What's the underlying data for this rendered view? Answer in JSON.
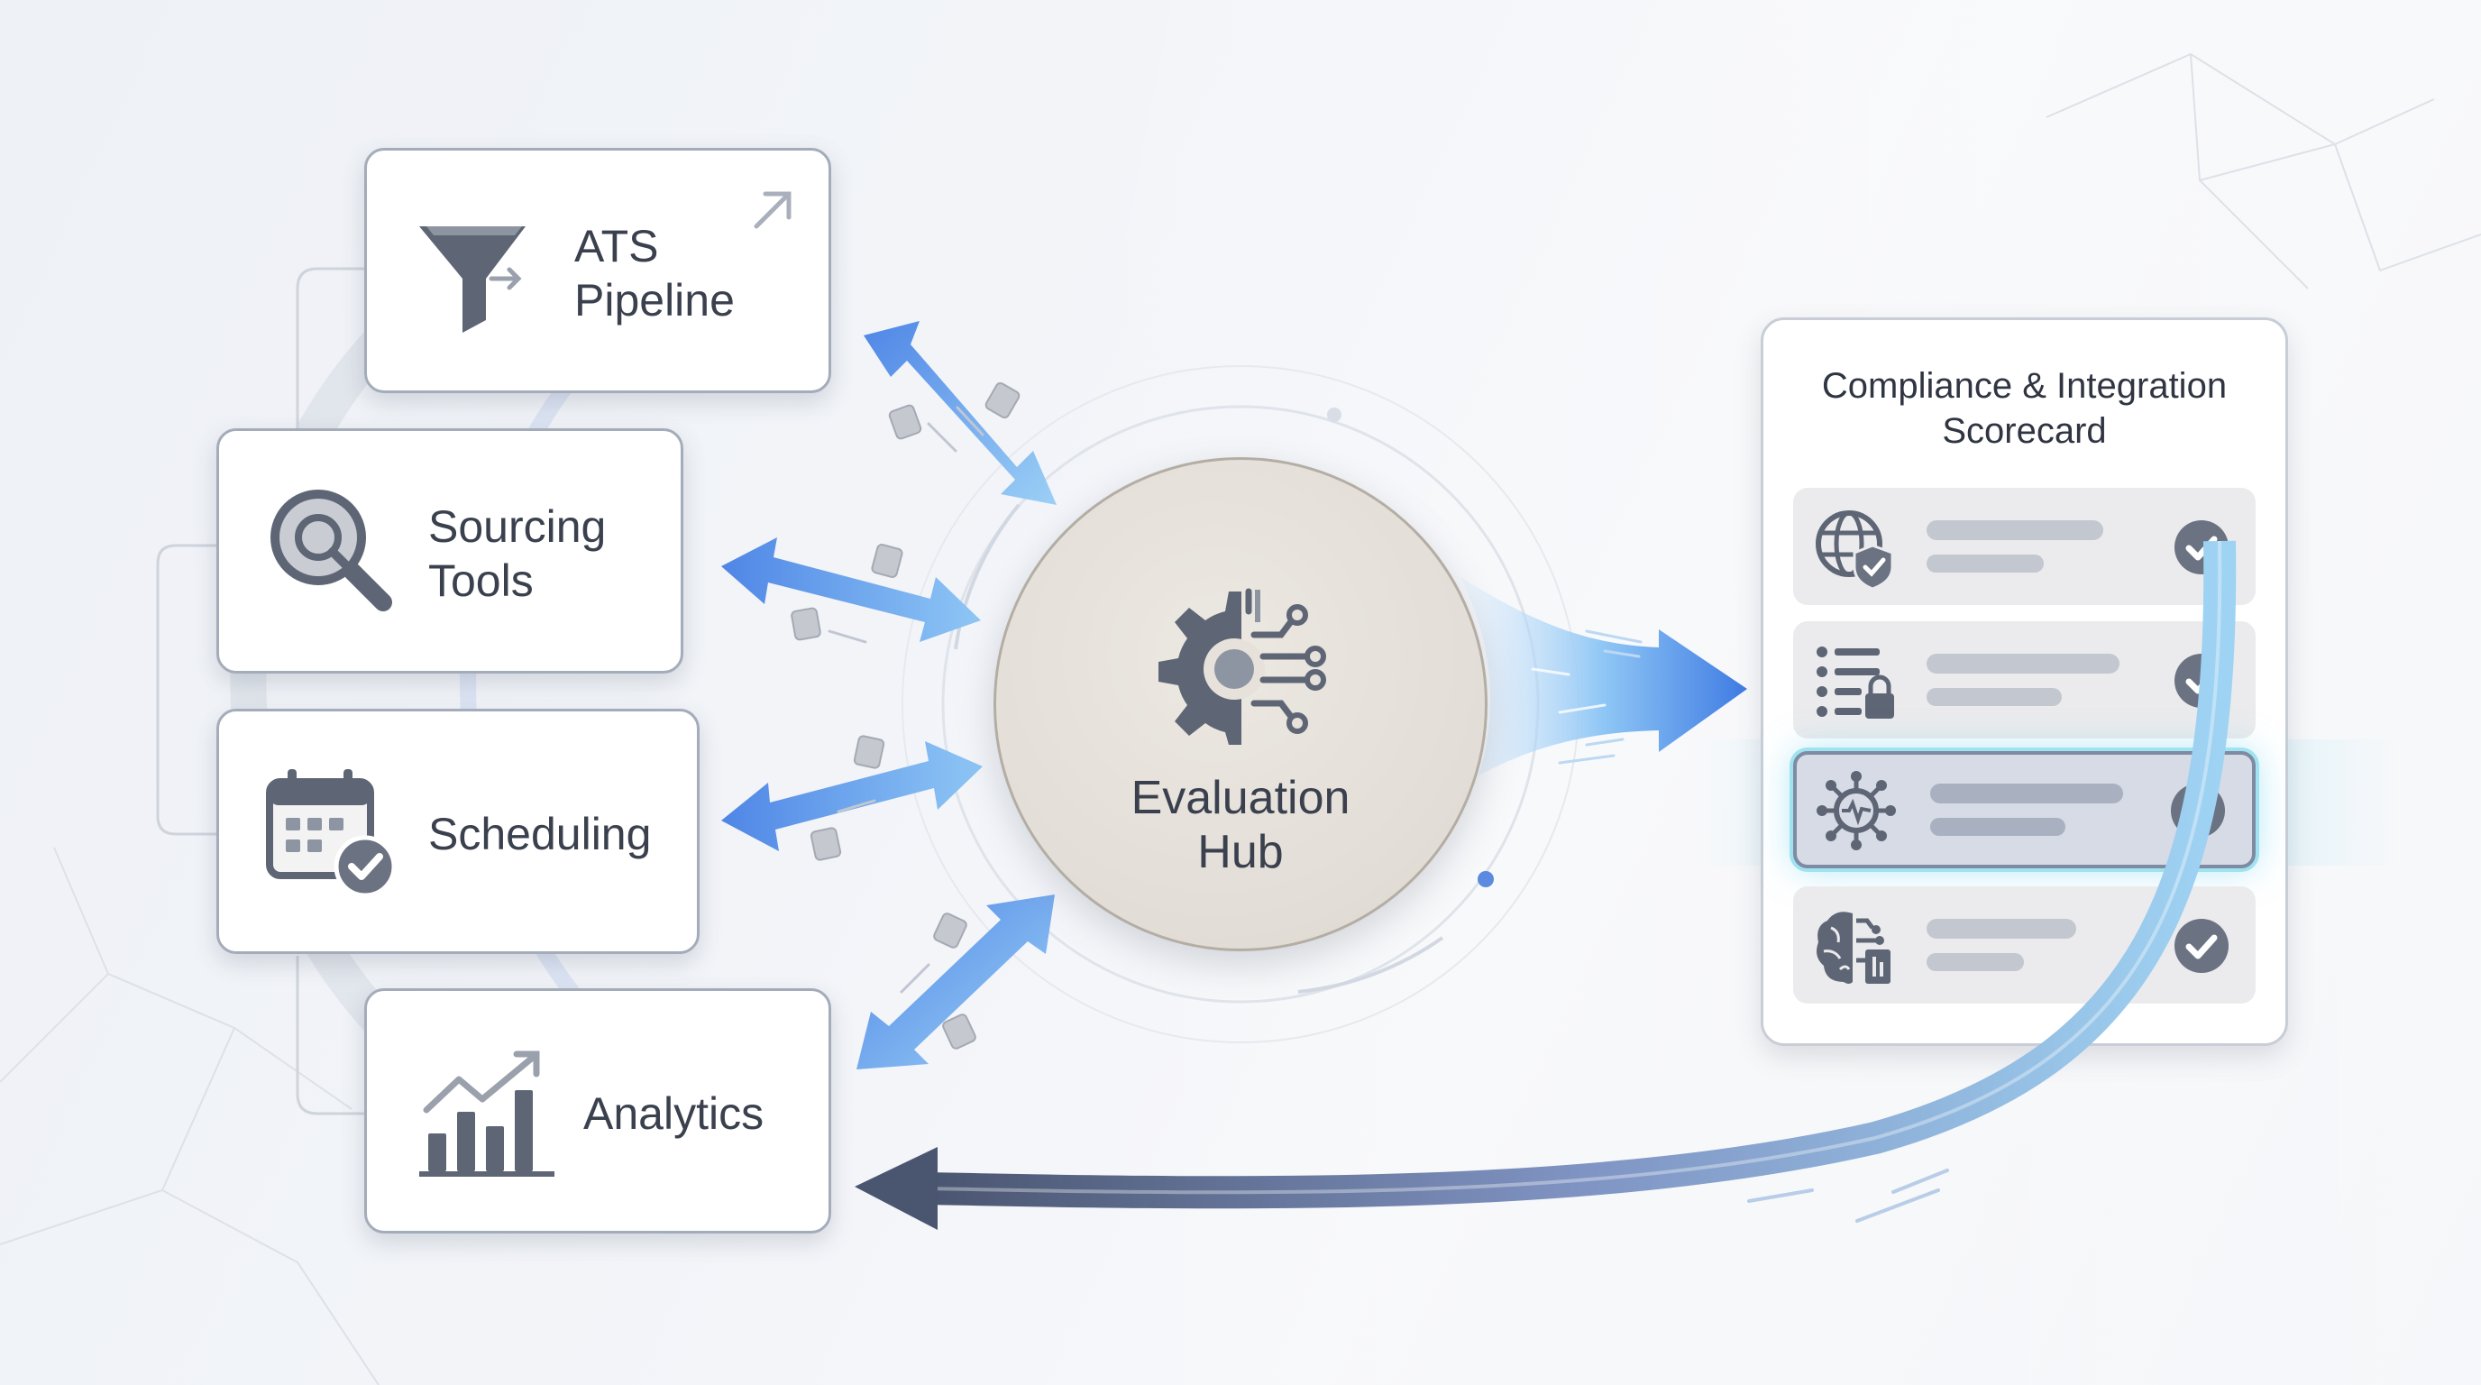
{
  "sources": [
    {
      "name": "ATS Pipeline",
      "lines": [
        "ATS",
        "Pipeline"
      ],
      "icon": "funnel-icon"
    },
    {
      "name": "Sourcing Tools",
      "lines": [
        "Sourcing",
        "Tools"
      ],
      "icon": "magnifier-icon"
    },
    {
      "name": "Scheduling",
      "lines": [
        "Scheduling"
      ],
      "icon": "calendar-check-icon"
    },
    {
      "name": "Analytics",
      "lines": [
        "Analytics"
      ],
      "icon": "bar-chart-trend-icon"
    }
  ],
  "hub": {
    "lines": [
      "Evaluation",
      "Hub"
    ],
    "icon": "gear-circuit-icon"
  },
  "scorecard": {
    "title_lines": [
      "Compliance & Integration",
      "Scorecard"
    ],
    "rows": [
      {
        "icon": "globe-shield-icon",
        "status": "checked",
        "highlighted": false
      },
      {
        "icon": "list-lock-icon",
        "status": "checked",
        "highlighted": false
      },
      {
        "icon": "network-pulse-icon",
        "status": "checked",
        "highlighted": true
      },
      {
        "icon": "brain-circuit-icon",
        "status": "checked",
        "highlighted": false
      }
    ]
  },
  "colors": {
    "arrow_blue": "#4f86e6",
    "arrow_light": "#8ec6f5",
    "feedback_dark": "#4a5570",
    "icon_gray": "#5e6574",
    "highlight_cyan": "#9fe3f0"
  }
}
